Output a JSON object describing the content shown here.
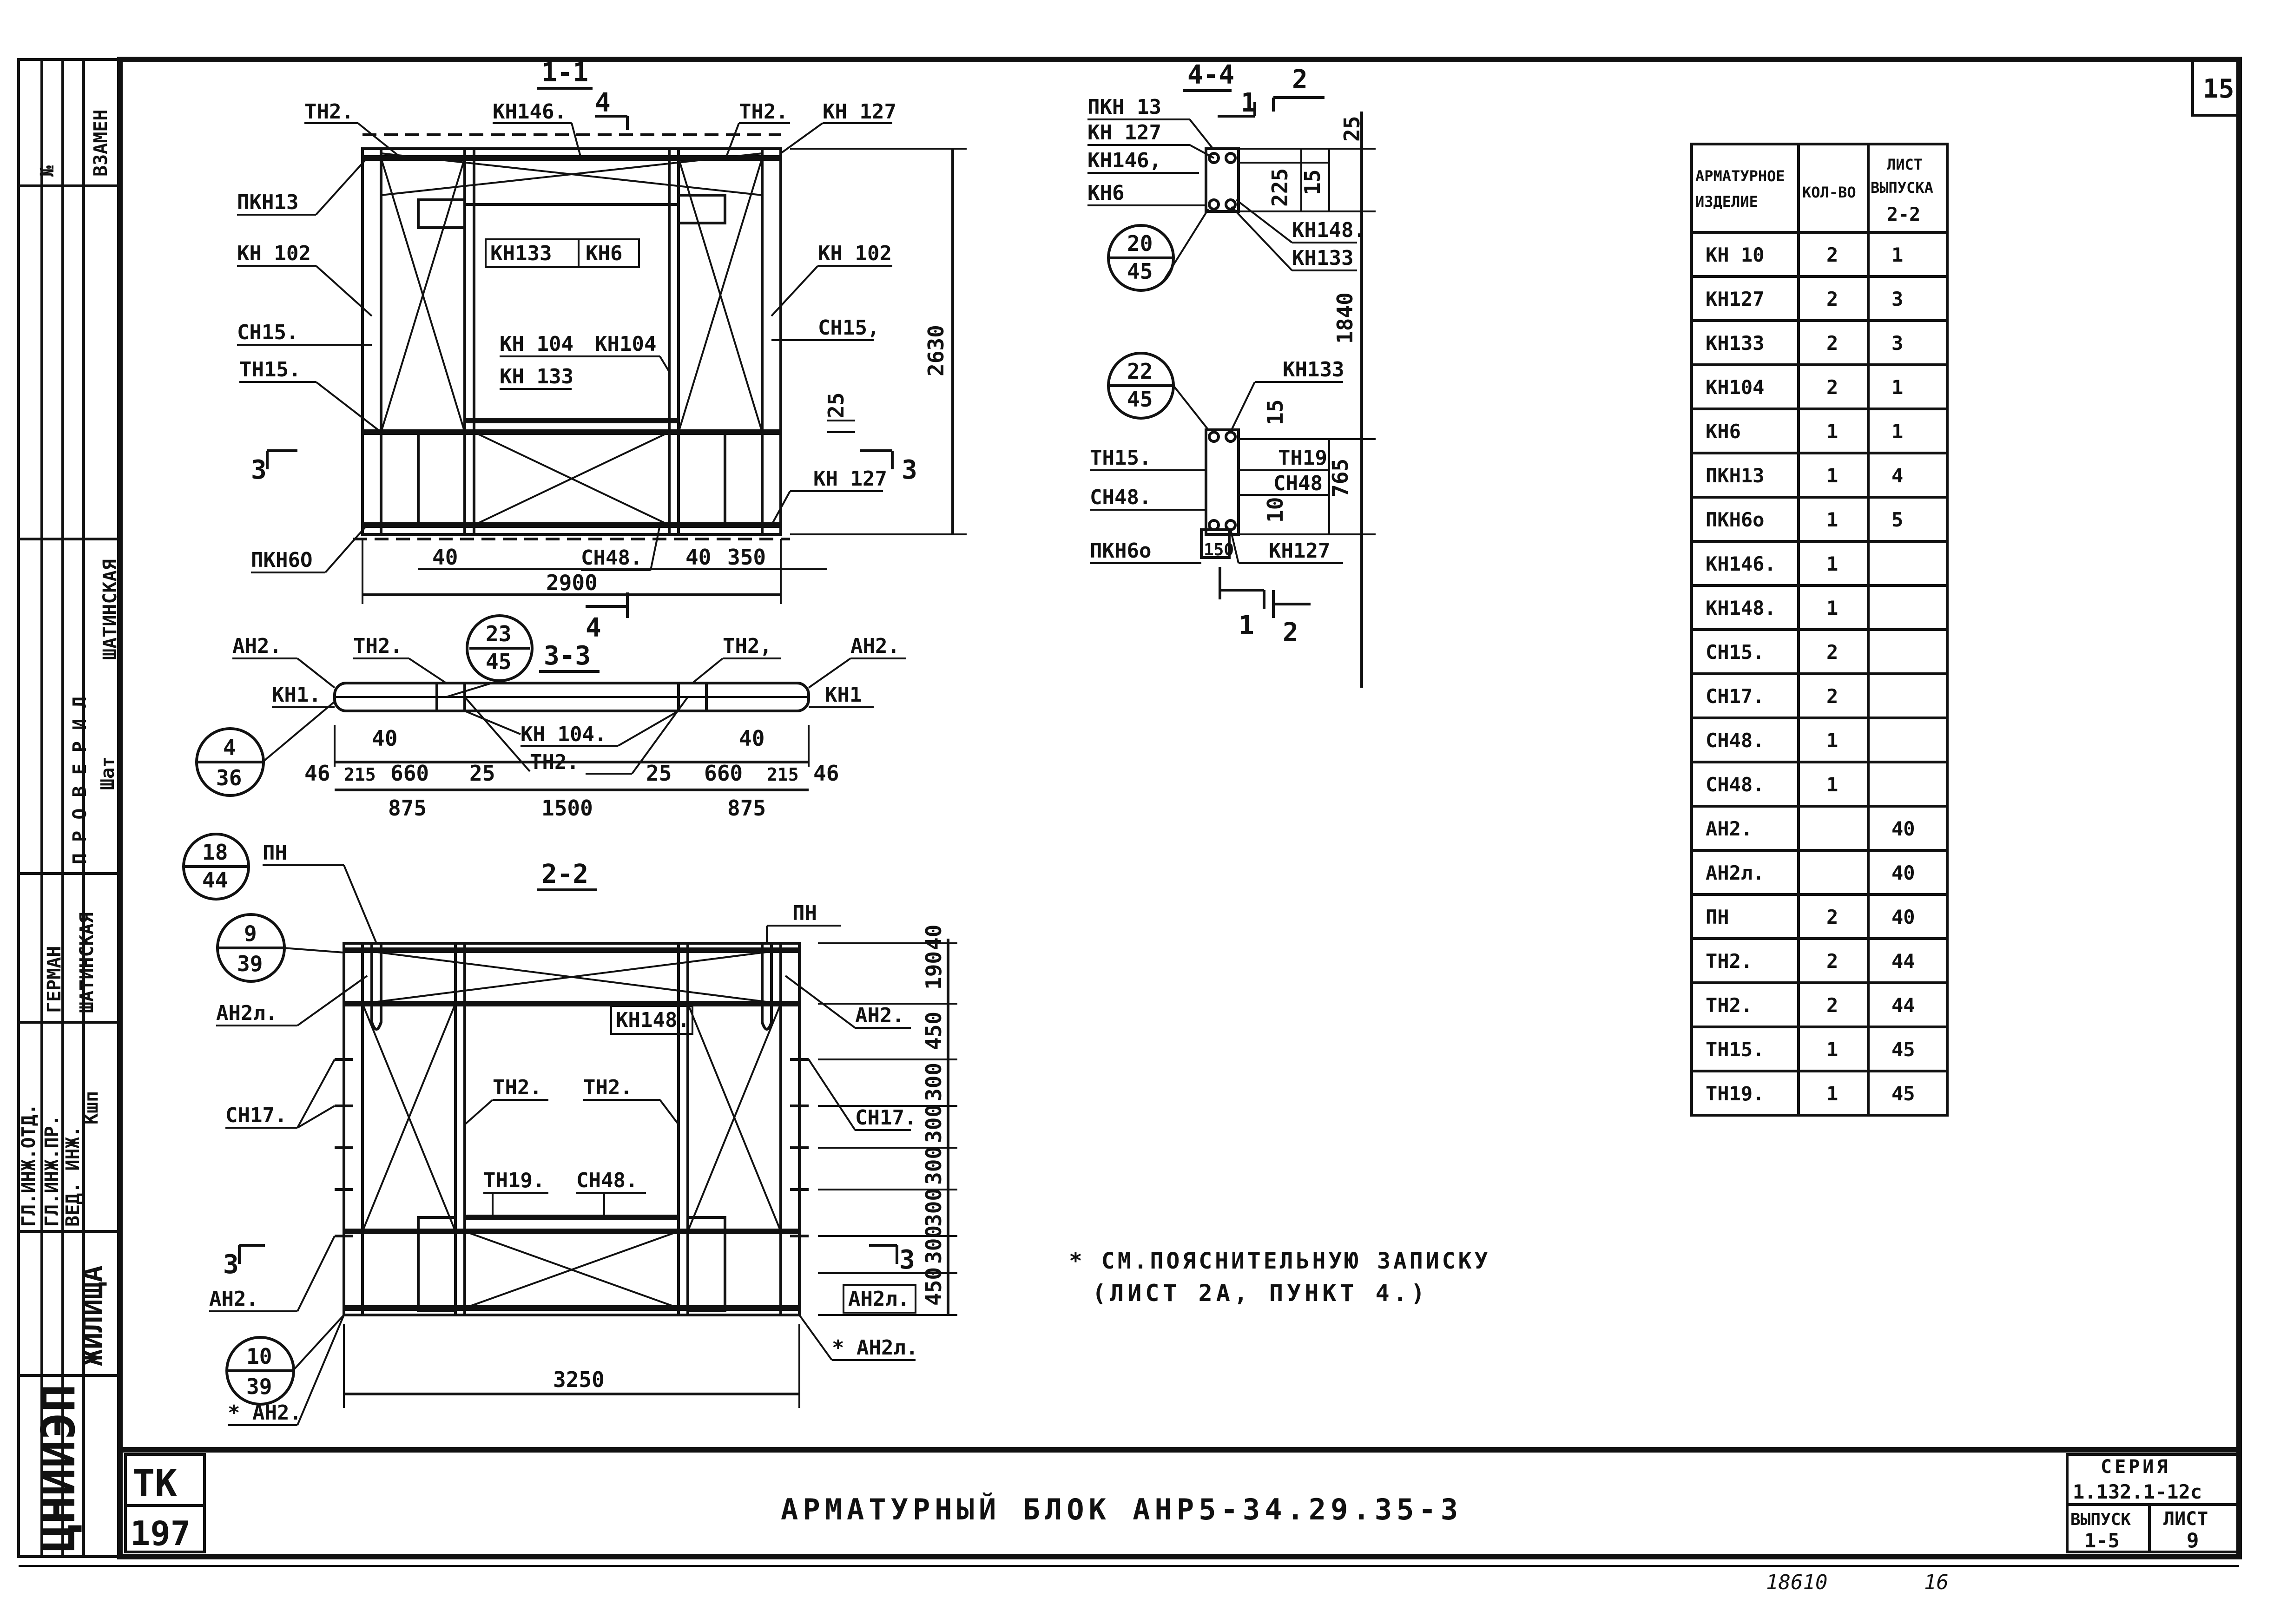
{
  "sheet": {
    "sheet_number": "15",
    "title": "АРМАТУРНЫЙ БЛОК АНР5-34.29.35-3",
    "code_tk": "ТК",
    "code_num": "197",
    "series_label": "СЕРИЯ",
    "series_value": "1.132.1-12с",
    "issue_label": "ВЫПУСК",
    "issue_value": "1-5",
    "list_label": "ЛИСТ",
    "list_value": "9",
    "bottom_num1": "18610",
    "bottom_num2": "16",
    "note_line1": "* СМ.ПОЯСНИТЕЛЬНУЮ ЗАПИСКУ",
    "note_line2": "(ЛИСТ 2А, ПУНКТ 4.)"
  },
  "stamp": {
    "vzamen": "ВЗАМЕН",
    "num": "№",
    "proveril": "П Р О В Е Р И Л",
    "shatinskaya1": "ШАТИНСКАЯ",
    "shatinskaya2": "ШАТИНСКАЯ",
    "german": "ГЕРМАН",
    "gl_ing": "ГЛ.ИНЖ.ПР.",
    "ved_ing": "ВЕД. ИНЖ.",
    "gl_ing_otd": "ГЛ.ИНЖ.ОТД.",
    "org": "ЦНИИЭП",
    "org2": "ЖИЛИЩА",
    "sign1": "Шат",
    "sign2": "Кшп"
  },
  "sections": {
    "s11": "1-1",
    "s33": "3-3",
    "s22": "2-2",
    "s44": "4-4"
  },
  "table": {
    "headers": [
      "АРМАТУРНОЕ ИЗДЕЛИЕ",
      "КОЛ-ВО",
      "ЛИСТ ВЫПУСКА 2-2"
    ],
    "rows": [
      [
        "КН 10",
        "2",
        "1"
      ],
      [
        "КН127",
        "2",
        "3"
      ],
      [
        "КН133",
        "2",
        "3"
      ],
      [
        "КН104",
        "2",
        "1"
      ],
      [
        "КН6",
        "1",
        "1"
      ],
      [
        "ПКН13",
        "1",
        "4"
      ],
      [
        "ПКН6о",
        "1",
        "5"
      ],
      [
        "КН146.",
        "1",
        ""
      ],
      [
        "КН148.",
        "1",
        ""
      ],
      [
        "СН15.",
        "2",
        ""
      ],
      [
        "СН17.",
        "2",
        ""
      ],
      [
        "СН48.",
        "1",
        ""
      ],
      [
        "СН48.",
        "1",
        ""
      ],
      [
        "АН2.",
        "",
        "40"
      ],
      [
        "АН2л.",
        "",
        "40"
      ],
      [
        "ПН",
        "2",
        "40"
      ],
      [
        "ТН2.",
        "2",
        "44"
      ],
      [
        "ТН2.",
        "2",
        "44"
      ],
      [
        "ТН15.",
        "1",
        "45"
      ],
      [
        "ТН19.",
        "1",
        "45"
      ]
    ]
  },
  "labels": {
    "tn2": "ТН2.",
    "tn2b": "ТН2.",
    "kn146": "КН146.",
    "kn127": "КН 127",
    "pkn13": "ПКН13",
    "kn102a": "КН 102",
    "kn102b": "КН 102",
    "kn133a": "КН133",
    "kn6": "КН6",
    "sn15a": "СН15.",
    "sn15b": "СН15,",
    "tn15": "ТН15.",
    "kn104a": "КН 104",
    "kn104b": "КН104",
    "kn133b": "КН 133",
    "kn127b": "КН 127",
    "pkn60": "ПКН6О",
    "sn48": "СН48.",
    "an2a": "АН2.",
    "an2b": "АН2.",
    "tn2c": "ТН2.",
    "tn2d": "ТН2,",
    "kn1a": "КН1.",
    "kn1b": "КН1",
    "kn104c": "КН 104.",
    "tn2e": "ТН2.",
    "pn1": "ПН",
    "pn2": "ПН",
    "an2l1": "АН2л.",
    "an2c": "АН2.",
    "kn148": "КН148.",
    "sn17a": "СН17.",
    "sn17b": "СН17.",
    "tn2f": "ТН2.",
    "tn2g": "ТН2.",
    "tn19": "ТН19.",
    "sn48b": "СН48.",
    "an2d": "АН2.",
    "an2l2": "АН2л.",
    "an2l3": "* АН2л.",
    "an2e": "* АН2.",
    "pkn13b": "ПКН 13",
    "kn127c": "КН 127",
    "kn146b": "КН146,",
    "kn6b": "КН6",
    "kn148b": "КН148.",
    "kn133c": "КН133",
    "kn133d": "КН133",
    "tn15b": "ТН15.",
    "tn19b": "ТН19.",
    "sn48c": "СН48",
    "sn48d": "СН48.",
    "pkn6b": "ПКН6о",
    "kn127d": "КН127",
    "s3a": "3",
    "s3b": "3",
    "s3c": "3",
    "s3d": "3",
    "s4a": "4",
    "s4b": "4",
    "s1a": "1",
    "s2a": "2",
    "s1b": "1",
    "s2b": "2"
  },
  "dims": {
    "d2630": "2630",
    "d2900": "2900",
    "d40a": "40",
    "d40b": "40",
    "d350": "350",
    "d25a": "25",
    "d875a": "875",
    "d1500": "1500",
    "d875b": "875",
    "d46a": "46",
    "d215a": "215",
    "d660a": "660",
    "d25b": "25",
    "d40c": "40",
    "d25c": "25",
    "d660b": "660",
    "d215b": "215",
    "d46b": "46",
    "d40d": "40",
    "d3250": "3250",
    "v40": "40",
    "v190": "190",
    "v450a": "450",
    "v300a": "300",
    "v300b": "300",
    "v300c": "300",
    "v300d": "300",
    "v300e": "300",
    "v450b": "450",
    "d25d": "25",
    "d225": "225",
    "d15a": "15",
    "d1840": "1840",
    "d15b": "15",
    "d765": "765",
    "d10": "10",
    "d150": "150"
  },
  "circles": [
    {
      "top": "23",
      "bot": "45"
    },
    {
      "top": "4",
      "bot": "36"
    },
    {
      "top": "18",
      "bot": "44"
    },
    {
      "top": "9",
      "bot": "39"
    },
    {
      "top": "10",
      "bot": "39"
    },
    {
      "top": "20",
      "bot": "45"
    },
    {
      "top": "22",
      "bot": "45"
    }
  ]
}
